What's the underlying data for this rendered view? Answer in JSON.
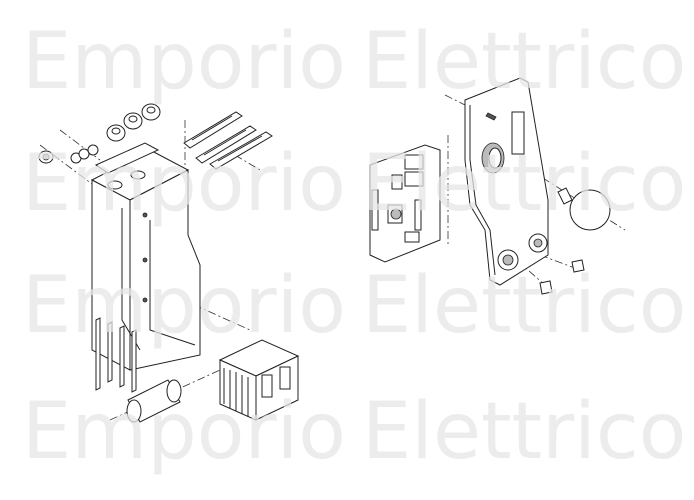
{
  "watermark": {
    "rows": [
      [
        "Emporio",
        "Elettrico"
      ],
      [
        "Emporio",
        "Elettrico"
      ],
      [
        "Emporio",
        "Elettrico"
      ],
      [
        "Emporio",
        "Elettrico"
      ]
    ],
    "color": "#efefef"
  },
  "diagram": {
    "left_assembly": [
      "grommets",
      "rubber-rings",
      "clip-bars",
      "enclosure-box",
      "heatsink",
      "capacitor",
      "transformer"
    ],
    "right_assembly": [
      "control-board",
      "mounting-plate",
      "light-bulb",
      "screws",
      "cable-glands"
    ],
    "line_color": "#222222"
  }
}
